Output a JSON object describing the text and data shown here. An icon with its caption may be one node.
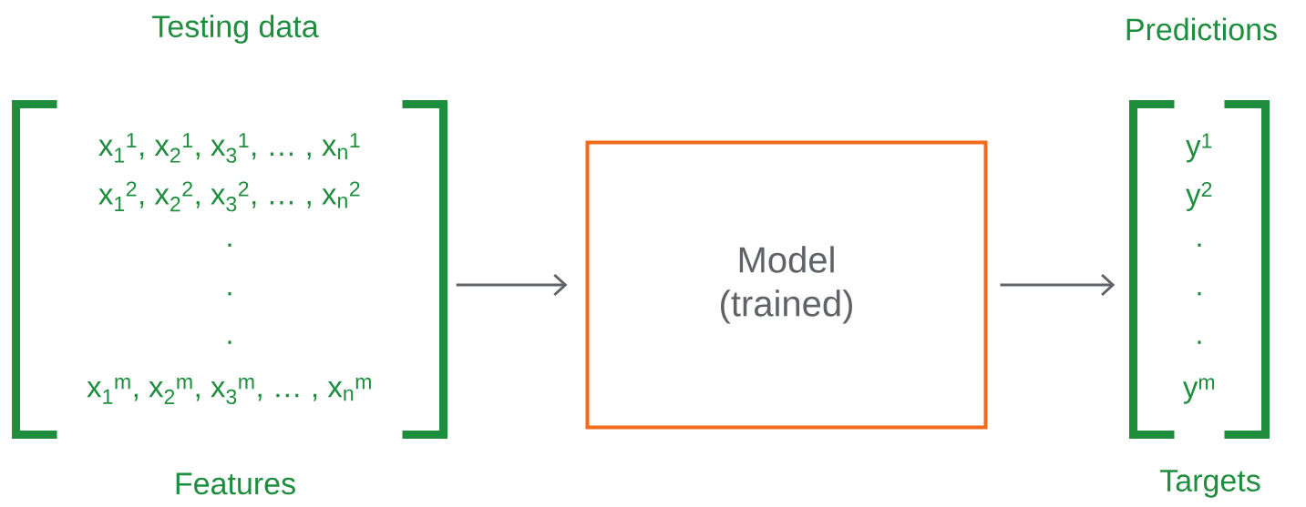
{
  "diagram": {
    "nodes": [
      {
        "text": [
          "Testing data",
          "x$_{1}$$^{1}$, x$_{2}$$^{1}$, x$_{3}$$^{1}$, … , x$_{n}$$^{1}$",
          "x$_{1}$$^{2}$, x$_{2}$$^{2}$, x$_{3}$$^{2}$, … , x$_{n}$$^{2}$",
          ".",
          ".",
          ".",
          "x$_{1}$$^{m}$, x$_{2}$$^{m}$, x$_{3}$$^{m}$, … , x$_{n}$$^{m}$",
          "Features"
        ]
      },
      {
        "text": [
          "Model (trained)"
        ]
      },
      {
        "text": [
          "Predictions",
          "y$^{1}$",
          "y$^{2}$",
          ".",
          ".",
          ".",
          "y$^{m}$",
          "Targets"
        ]
      }
    ],
    "edges": [
      {
        "from": 0,
        "to": 1,
        "arrow": "to"
      },
      {
        "from": 1,
        "to": 2,
        "arrow": "to"
      }
    ]
  }
}
